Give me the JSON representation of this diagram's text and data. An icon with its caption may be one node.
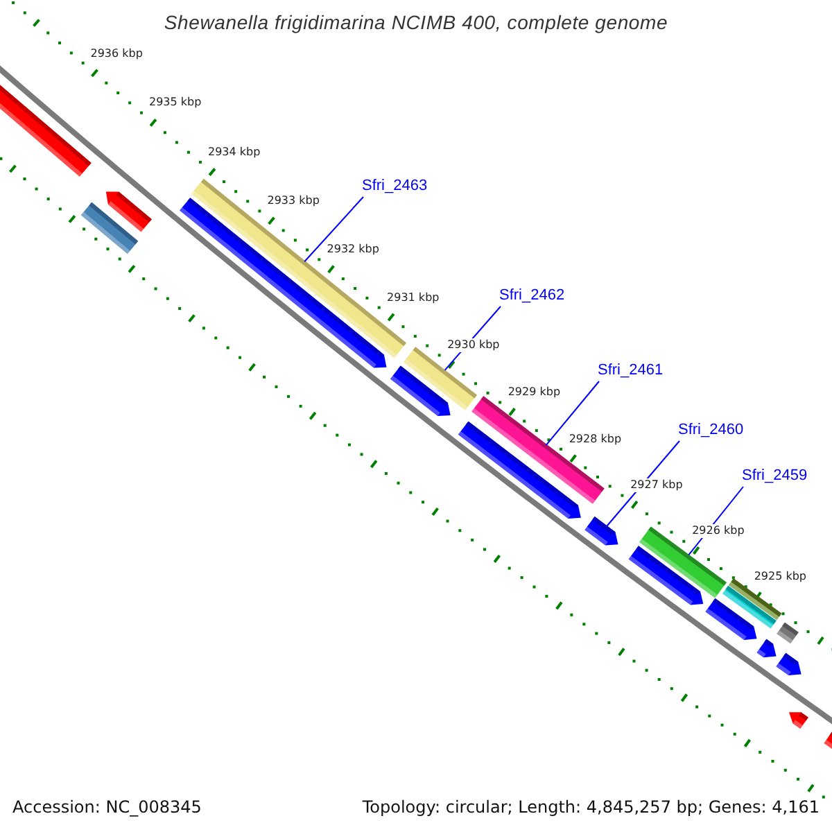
{
  "diagram": {
    "title": "Shewanella frigidimarina NCIMB 400, complete genome",
    "nodes": [
      {
        "text": [
          "Sfri_2463"
        ]
      },
      {
        "text": [
          "Sfri_2462"
        ]
      },
      {
        "text": [
          "Sfri_2461"
        ]
      },
      {
        "text": [
          "Sfri_2460"
        ]
      },
      {
        "text": [
          "Sfri_2459"
        ]
      },
      {
        "text": [],
        "shape": "bar"
      },
      {
        "text": [],
        "shape": "bar"
      },
      {
        "text": [],
        "shape": "bar"
      },
      {
        "text": [],
        "shape": "bar"
      },
      {
        "text": [],
        "shape": "bar"
      },
      {
        "text": [],
        "shape": "bar"
      },
      {
        "text": [],
        "shape": "bar"
      },
      {
        "text": [],
        "shape": "bar"
      },
      {
        "text": [],
        "shape": "bar"
      },
      {
        "text": [],
        "shape": "bar"
      },
      {
        "text": [],
        "shape": "bar"
      },
      {
        "text": [],
        "shape": "bar"
      },
      {
        "text": [],
        "shape": "bar"
      },
      {
        "text": [],
        "shape": "bar"
      },
      {
        "text": [],
        "shape": "bar"
      },
      {
        "text": [],
        "shape": "bar"
      },
      {
        "text": [],
        "shape": "bar"
      },
      {
        "text": [],
        "shape": "bar"
      },
      {
        "text": [],
        "shape": "bar"
      },
      {
        "text": [],
        "shape": "bar"
      }
    ],
    "edges": [
      {
        "from": 0,
        "to": 9,
        "arrow": "none"
      },
      {
        "from": 1,
        "to": 11,
        "arrow": "none"
      },
      {
        "from": 2,
        "to": 13,
        "arrow": "none"
      },
      {
        "from": 3,
        "to": 14,
        "arrow": "none"
      },
      {
        "from": 4,
        "to": 16,
        "arrow": "none"
      }
    ],
    "labels": [
      "2936 kbp",
      "2935 kbp",
      "2934 kbp",
      "2933 kbp",
      "2932 kbp",
      "2931 kbp",
      "2930 kbp",
      "2929 kbp",
      "2928 kbp",
      "2927 kbp",
      "2926 kbp",
      "2925 kbp",
      "Accession: NC_008345",
      "Topology: circular; Length: 4,845,257 bp; Genes: 4,161"
    ]
  }
}
